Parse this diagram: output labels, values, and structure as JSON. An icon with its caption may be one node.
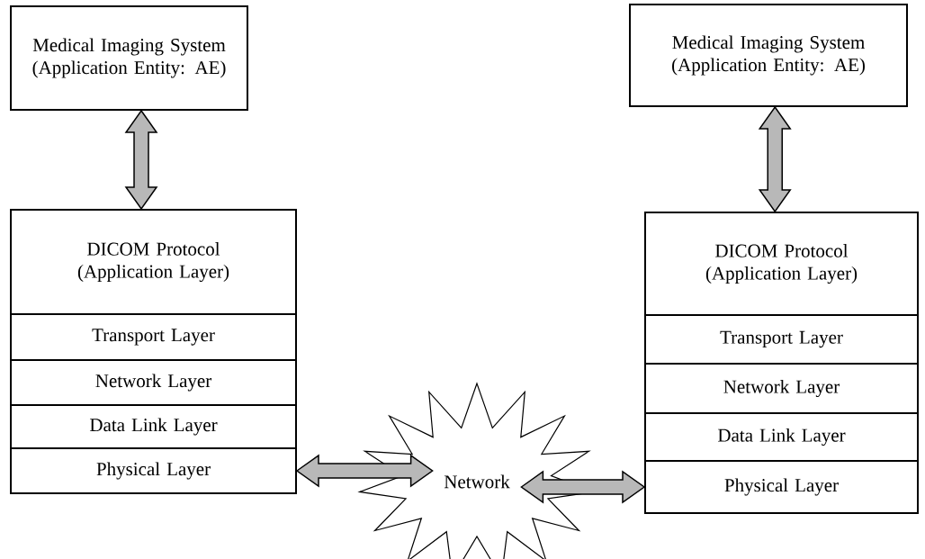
{
  "diagram": {
    "nodes": [
      {
        "text": [
          "Medical Imaging System (Application Entity: AE)"
        ]
      },
      {
        "text": [
          "DICOM Protocol (Application Layer)"
        ]
      },
      {
        "text": [
          "Transport Layer"
        ]
      },
      {
        "text": [
          "Network Layer"
        ]
      },
      {
        "text": [
          "Data Link Layer"
        ]
      },
      {
        "text": [
          "Physical Layer"
        ]
      },
      {
        "text": [
          "Network"
        ]
      },
      {
        "text": [
          "Medical Imaging System (Application Entity: AE)"
        ]
      },
      {
        "text": [
          "DICOM Protocol (Application Layer)"
        ]
      },
      {
        "text": [
          "Transport Layer"
        ]
      },
      {
        "text": [
          "Network Layer"
        ]
      },
      {
        "text": [
          "Data Link Layer"
        ]
      },
      {
        "text": [
          "Physical Layer"
        ]
      }
    ],
    "edges": [
      {
        "from": 0,
        "to": 1,
        "arrow": "both"
      },
      {
        "from": 5,
        "to": 6,
        "arrow": "both"
      },
      {
        "from": 6,
        "to": 12,
        "arrow": "both"
      },
      {
        "from": 7,
        "to": 8,
        "arrow": "both"
      }
    ]
  }
}
